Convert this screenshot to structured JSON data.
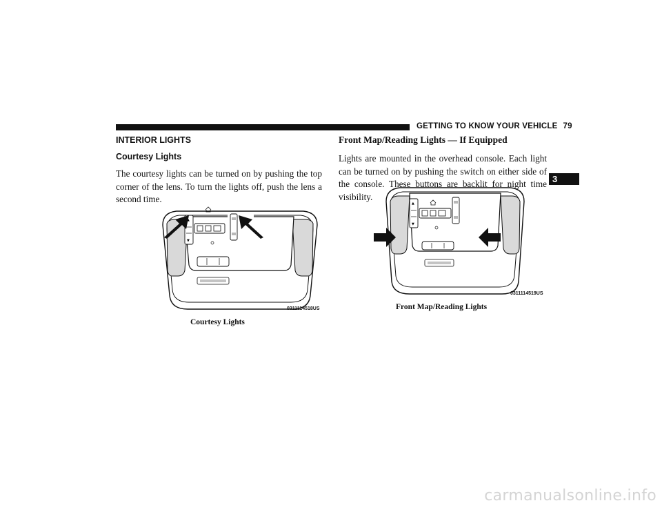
{
  "header": {
    "chapter_title": "GETTING TO KNOW YOUR VEHICLE",
    "page_number": "79",
    "chapter_tab": "3"
  },
  "left": {
    "section_title": "INTERIOR LIGHTS",
    "subsection_title": "Courtesy Lights",
    "paragraph": "The courtesy lights can be turned on by pushing the top corner of the lens. To turn the lights off, push the lens a second time.",
    "figure": {
      "code": "0311114518US",
      "caption": "Courtesy Lights",
      "arrow_icons": [
        "arrow-up-right-icon",
        "arrow-up-left-icon"
      ]
    }
  },
  "right": {
    "subsection_title": "Front Map/Reading Lights — If Equipped",
    "paragraph": "Lights are mounted in the overhead console. Each light can be turned on by pushing the switch on either side of the console. These buttons are backlit for night time visibility.",
    "figure": {
      "code": "0311114519US",
      "caption": "Front Map/Reading Lights",
      "arrow_icons": [
        "arrow-right-icon",
        "arrow-left-icon"
      ]
    }
  },
  "watermark": "carmanualsonline.info",
  "colors": {
    "ink": "#111111",
    "illustration_gray": "#d9d9d9",
    "watermark": "#d4d4d4"
  }
}
